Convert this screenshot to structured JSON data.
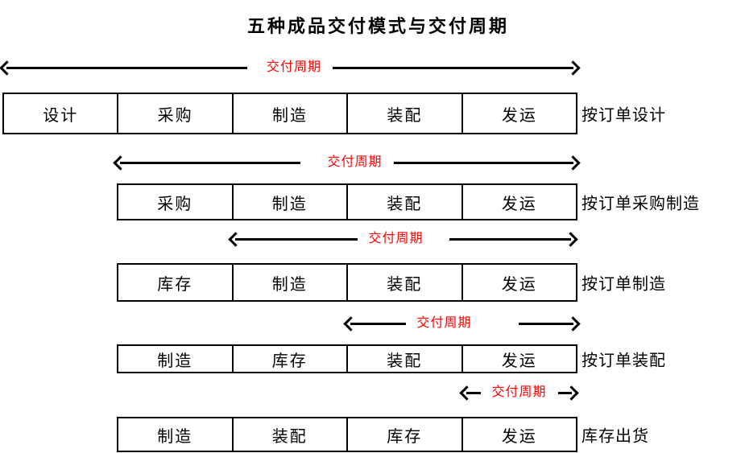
{
  "title": "五种成品交付模式与交付周期",
  "colors": {
    "cycle_label_text": "#ff0000",
    "line_and_border": "#000000",
    "background": "#ffffff"
  },
  "rows": [
    {
      "arrow_label": "交付周期",
      "cells": [
        "设计",
        "采购",
        "制造",
        "装配",
        "发运"
      ],
      "mode_label": "按订单设计"
    },
    {
      "arrow_label": "交付周期",
      "cells": [
        "采购",
        "制造",
        "装配",
        "发运"
      ],
      "mode_label": "按订单采购制造"
    },
    {
      "arrow_label": "交付周期",
      "cells": [
        "库存",
        "制造",
        "装配",
        "发运"
      ],
      "mode_label": "按订单制造"
    },
    {
      "arrow_label": "交付周期",
      "cells": [
        "制造",
        "库存",
        "装配",
        "发运"
      ],
      "mode_label": "按订单装配"
    },
    {
      "arrow_label": "交付周期",
      "cells": [
        "制造",
        "装配",
        "库存",
        "发运"
      ],
      "mode_label": "库存出货"
    }
  ]
}
